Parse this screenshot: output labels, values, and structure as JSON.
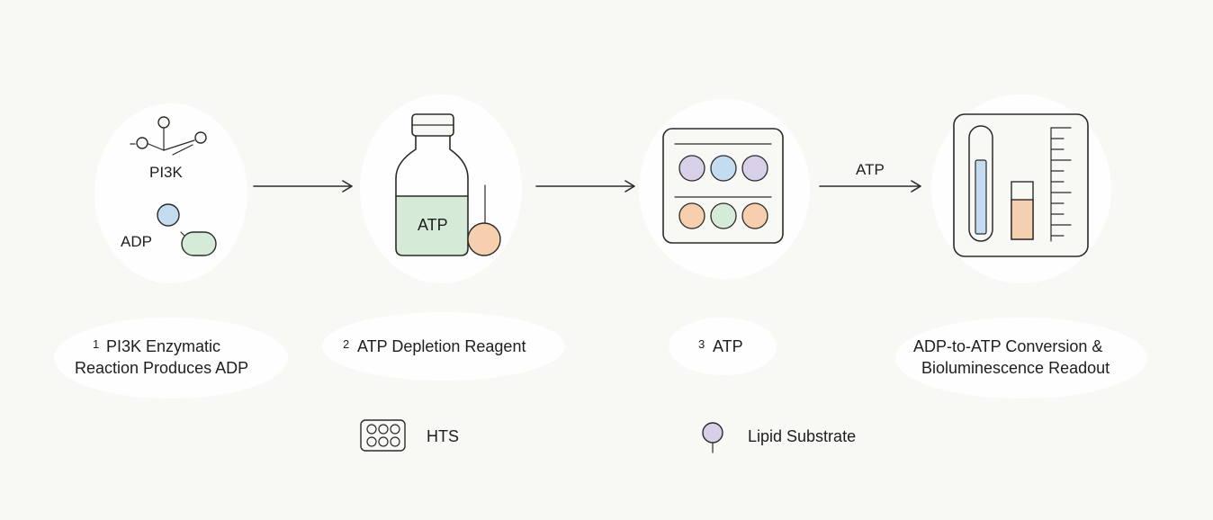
{
  "colors": {
    "background": "#f8f8f5",
    "lavender": "#d8cfe8",
    "blue": "#c3dcf0",
    "peach": "#f6cfae",
    "mint": "#d5ebd8"
  },
  "stage1": {
    "enzyme_label": "PI3K",
    "product_label": "ADP",
    "caption_number": "1",
    "caption_line1": "PI3K Enzymatic",
    "caption_line2": "Reaction Produces ADP"
  },
  "stage2": {
    "bottle_label": "ATP",
    "caption_number": "2",
    "caption_line1": "ATP Depletion Reagent"
  },
  "stage3": {
    "caption_number": "3",
    "caption_line1": "ATP"
  },
  "arrow3": {
    "label": "ATP"
  },
  "stage4": {
    "caption_line1": "ADP-to-ATP Conversion &",
    "caption_line2": "Bioluminescence Readout"
  },
  "legend": [
    {
      "icon": "well-plate-icon",
      "label": "HTS"
    },
    {
      "icon": "lipid-substrate-icon",
      "label": "Lipid Substrate"
    }
  ]
}
